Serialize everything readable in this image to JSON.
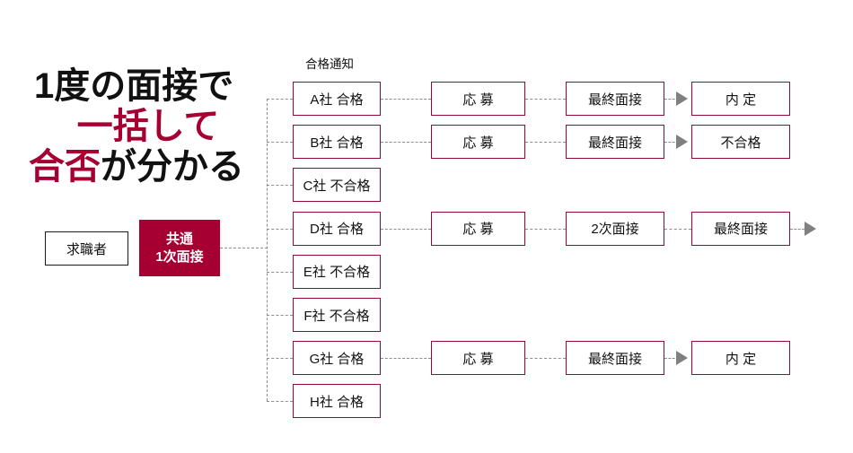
{
  "headline": {
    "line1": "1度の面接で",
    "line2": "一括して",
    "line3_red": "合否",
    "line3_black": "が分かる"
  },
  "left": {
    "seeker_label": "求職者",
    "common_interview_line1": "共通",
    "common_interview_line2": "1次面接"
  },
  "columns": {
    "header_label": "合格通知"
  },
  "colors": {
    "crimson": "#A60033",
    "box_border": "#8E0C33",
    "arrow_gray": "#808080",
    "dashed_gray": "#8c8c8c",
    "text_black": "#111111"
  },
  "rows": [
    {
      "result": "A社 合格",
      "apply": "応  募",
      "stage": "最終面接",
      "outcome": "内  定",
      "has_arrow": true,
      "tail_arrow": false
    },
    {
      "result": "B社 合格",
      "apply": "応  募",
      "stage": "最終面接",
      "outcome": "不合格",
      "has_arrow": true,
      "tail_arrow": false
    },
    {
      "result": "C社 不合格",
      "apply": "",
      "stage": "",
      "outcome": "",
      "has_arrow": false,
      "tail_arrow": false
    },
    {
      "result": "D社 合格",
      "apply": "応  募",
      "stage": "2次面接",
      "outcome": "最終面接",
      "has_arrow": false,
      "tail_arrow": true
    },
    {
      "result": "E社 不合格",
      "apply": "",
      "stage": "",
      "outcome": "",
      "has_arrow": false,
      "tail_arrow": false
    },
    {
      "result": "F社 不合格",
      "apply": "",
      "stage": "",
      "outcome": "",
      "has_arrow": false,
      "tail_arrow": false
    },
    {
      "result": "G社 合格",
      "apply": "応  募",
      "stage": "最終面接",
      "outcome": "内  定",
      "has_arrow": true,
      "tail_arrow": false
    },
    {
      "result": "H社 合格",
      "apply": "",
      "stage": "",
      "outcome": "",
      "has_arrow": false,
      "tail_arrow": false
    }
  ]
}
